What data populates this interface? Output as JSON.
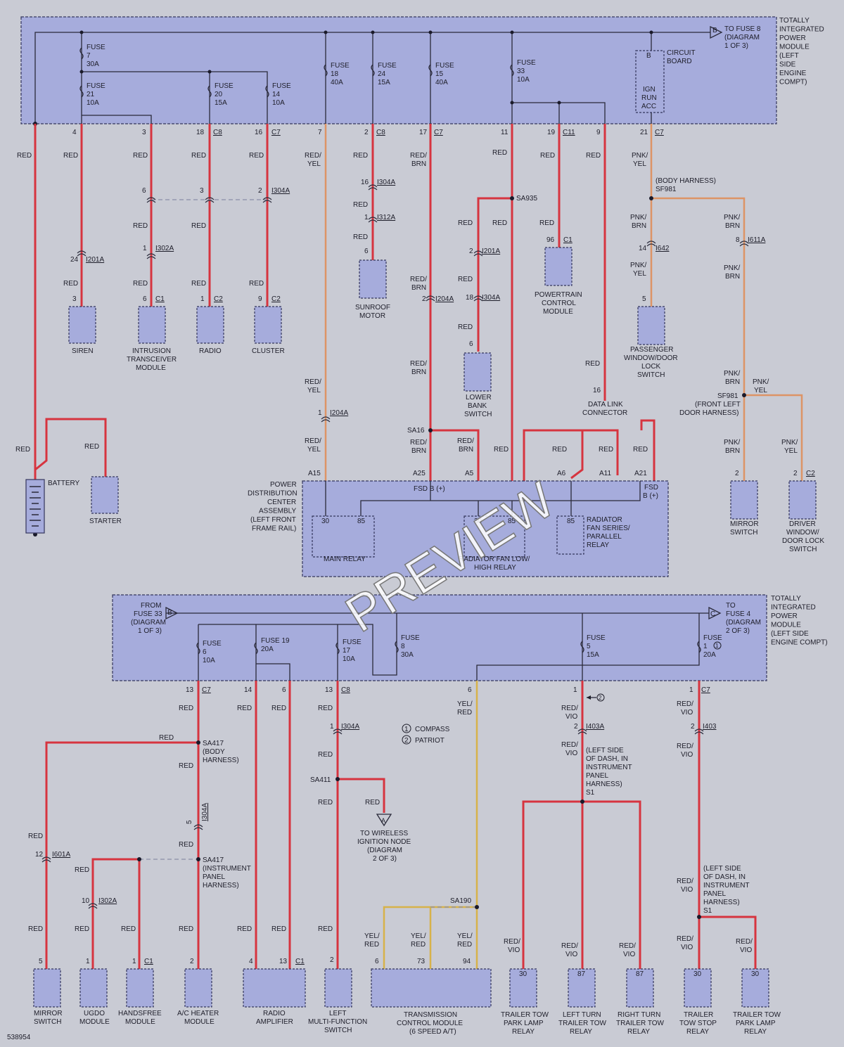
{
  "watermark": "PREVIEW",
  "figure_id": "538954",
  "top_box": {
    "title": [
      "TOTALLY",
      "INTEGRATED",
      "POWER",
      "MODULE",
      "(LEFT",
      "SIDE",
      "ENGINE",
      "COMPT)"
    ],
    "to_fuse": [
      "TO FUSE 8",
      "(DIAGRAM",
      "1 OF 3)"
    ],
    "to_fuse_letter": "B",
    "circuit_board": [
      "CIRCUIT",
      "BOARD"
    ],
    "switch_labels": [
      "IGN",
      "RUN",
      "ACC"
    ],
    "switch_letter": "B",
    "fuses": [
      [
        "FUSE",
        "7",
        "30A"
      ],
      [
        "FUSE",
        "21",
        "10A"
      ],
      [
        "FUSE",
        "20",
        "15A"
      ],
      [
        "FUSE",
        "14",
        "10A"
      ],
      [
        "FUSE",
        "18",
        "40A"
      ],
      [
        "FUSE",
        "24",
        "15A"
      ],
      [
        "FUSE",
        "15",
        "40A"
      ],
      [
        "FUSE",
        "33",
        "10A"
      ]
    ],
    "pins": [
      "4",
      "3",
      "18",
      "16",
      "7",
      "2",
      "17",
      "11",
      "19",
      "9",
      "21"
    ],
    "connectors": [
      "C8",
      "C7",
      "C8",
      "C7",
      "C11",
      "C7"
    ]
  },
  "bottom_box": {
    "title": [
      "TOTALLY",
      "INTEGRATED",
      "POWER",
      "MODULE",
      "(LEFT SIDE",
      "ENGINE COMPT)"
    ],
    "from_fuse": [
      "FROM",
      "FUSE 33",
      "(DIAGRAM",
      "1 OF 3)"
    ],
    "to_fuse": [
      "TO",
      "FUSE 4",
      "(DIAGRAM",
      "2 OF 3)"
    ],
    "letter_b": "B",
    "letter_c": "C",
    "fuses": [
      [
        "FUSE",
        "6",
        "10A"
      ],
      [
        "FUSE 19",
        "20A"
      ],
      [
        "FUSE",
        "17",
        "10A"
      ],
      [
        "FUSE",
        "8",
        "30A"
      ],
      [
        "FUSE",
        "5",
        "15A"
      ],
      [
        "FUSE",
        "1",
        "20A"
      ]
    ],
    "pins": [
      "13",
      "14",
      "6",
      "13",
      "6",
      "1",
      "1"
    ],
    "connectors": [
      "C7",
      "C8",
      "C7"
    ]
  },
  "wire_colors": [
    "RED",
    "RED/",
    "YEL",
    "BRN",
    "PNK/",
    "VIO",
    "YEL/"
  ],
  "connector_ids": [
    "I201A",
    "I302A",
    "I304A",
    "I312A",
    "I204A",
    "I642",
    "I611A",
    "C1",
    "C2",
    "I601A",
    "I403A",
    "I403"
  ],
  "splices": [
    "SA935",
    "SA16",
    "SF981",
    "SA417",
    "SA411",
    "SA190",
    "S1"
  ],
  "splice_notes": {
    "sf981_top": [
      "(BODY HARNESS)",
      "SF981"
    ],
    "sf981_bottom": [
      "SF981",
      "(FRONT LEFT",
      "DOOR HARNESS)"
    ],
    "sa417_top": [
      "SA417",
      "(BODY",
      "HARNESS)"
    ],
    "sa417_bottom": [
      "SA417",
      "(INSTRUMENT",
      "PANEL",
      "HARNESS)"
    ],
    "s1_left": [
      "(LEFT SIDE",
      "OF DASH, IN",
      "INSTRUMENT",
      "PANEL",
      "HARNESS)",
      "S1"
    ],
    "s1_right": [
      "(LEFT SIDE",
      "OF DASH, IN",
      "INSTRUMENT",
      "PANEL",
      "HARNESS)",
      "S1"
    ]
  },
  "legend": {
    "items": [
      {
        "num": "1",
        "label": "COMPASS"
      },
      {
        "num": "2",
        "label": "PATRIOT"
      }
    ]
  },
  "top_components": [
    {
      "name": [
        "SIREN"
      ]
    },
    {
      "name": [
        "INTRUSION",
        "TRANSCEIVER",
        "MODULE"
      ]
    },
    {
      "name": [
        "RADIO"
      ]
    },
    {
      "name": [
        "CLUSTER"
      ]
    },
    {
      "name": [
        "SUNROOF",
        "MOTOR"
      ]
    },
    {
      "name": [
        "LOWER",
        "BANK",
        "SWITCH"
      ]
    },
    {
      "name": [
        "POWERTRAIN",
        "CONTROL",
        "MODULE"
      ]
    },
    {
      "name": [
        "PASSENGER",
        "WINDOW/DOOR",
        "LOCK",
        "SWITCH"
      ]
    },
    {
      "name": [
        "DATA LINK",
        "CONNECTOR"
      ]
    },
    {
      "name": [
        "BATTERY"
      ]
    },
    {
      "name": [
        "STARTER"
      ]
    },
    {
      "name": [
        "MIRROR",
        "SWITCH"
      ]
    },
    {
      "name": [
        "DRIVER",
        "WINDOW/",
        "DOOR LOCK",
        "SWITCH"
      ]
    }
  ],
  "pdc": {
    "name": [
      "POWER",
      "DISTRIBUTION",
      "CENTER",
      "ASSEMBLY",
      "(LEFT FRONT",
      "FRAME RAIL)"
    ],
    "fsd_b": "FSD B (+)",
    "fsd_b2": [
      "FSD",
      "B (+)"
    ],
    "pins_top": [
      "A15",
      "A25",
      "A5",
      "A6",
      "A11",
      "A21"
    ],
    "main_relay": "MAIN RELAY",
    "fan_low_high": [
      "RADIATOR FAN LOW/",
      "HIGH RELAY"
    ],
    "fan_series": [
      "RADIATOR",
      "FAN SERIES/",
      "PARALLEL",
      "RELAY"
    ],
    "relay_pins": [
      "30",
      "85",
      "30",
      "85",
      "85"
    ]
  },
  "to_wireless": [
    "TO WIRELESS",
    "IGNITION NODE",
    "(DIAGRAM",
    "2 OF 3)"
  ],
  "to_wireless_letter": "A",
  "bottom_components": [
    {
      "name": [
        "MIRROR",
        "SWITCH"
      ]
    },
    {
      "name": [
        "UGDO",
        "MODULE"
      ]
    },
    {
      "name": [
        "HANDSFREE",
        "MODULE"
      ]
    },
    {
      "name": [
        "A/C HEATER",
        "MODULE"
      ]
    },
    {
      "name": [
        "RADIO",
        "AMPLIFIER"
      ]
    },
    {
      "name": [
        "LEFT",
        "MULTI-FUNCTION",
        "SWITCH"
      ]
    },
    {
      "name": [
        "TRANSMISSION",
        "CONTROL MODULE",
        "(6 SPEED A/T)"
      ]
    },
    {
      "name": [
        "TRAILER TOW",
        "PARK LAMP",
        "RELAY"
      ]
    },
    {
      "name": [
        "LEFT TURN",
        "TRAILER TOW",
        "RELAY"
      ]
    },
    {
      "name": [
        "RIGHT TURN",
        "TRAILER TOW",
        "RELAY"
      ]
    },
    {
      "name": [
        "TRAILER",
        "TOW STOP",
        "RELAY"
      ]
    },
    {
      "name": [
        "TRAILER TOW",
        "PARK LAMP",
        "RELAY"
      ]
    }
  ],
  "relay_pins_bottom": [
    "30",
    "87",
    "87",
    "30",
    "30"
  ]
}
